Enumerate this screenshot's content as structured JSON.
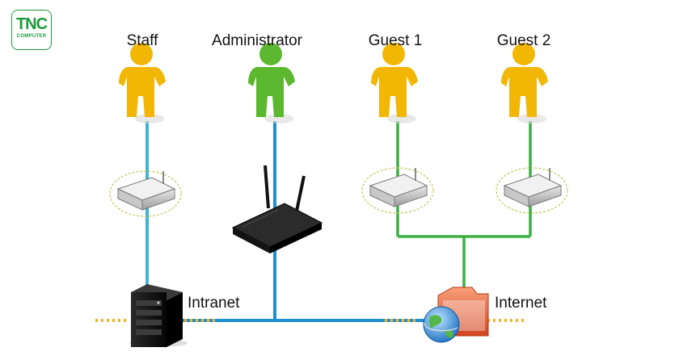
{
  "logo": {
    "brand": "TNC",
    "sub": "COMPUTER"
  },
  "users": [
    {
      "label": "Staff",
      "color": "#f2b705"
    },
    {
      "label": "Administrator",
      "color": "#5cb82e"
    },
    {
      "label": "Guest 1",
      "color": "#f2b705"
    },
    {
      "label": "Guest 2",
      "color": "#f2b705"
    }
  ],
  "networks": {
    "intranet": "Intranet",
    "internet": "Internet"
  },
  "colors": {
    "staff_link": "#3fb2d6",
    "admin_link": "#1e8fd0",
    "guest_link": "#3bb043",
    "backbone": "#1e8fd0",
    "dotted": "#f0b429"
  }
}
